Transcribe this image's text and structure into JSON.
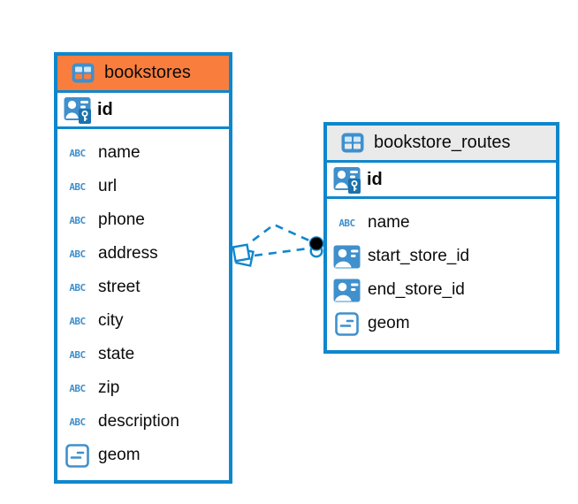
{
  "diagram": {
    "colors": {
      "accent_blue": "#0F87CC",
      "icon_blue": "#3F90CC",
      "icon_blue_dark": "#1B72AD",
      "selected_header_orange": "#F97E3E",
      "header_gray": "#EAEAEA",
      "text": "#0B0B0B",
      "background": "#FFFFFF"
    },
    "icons": {
      "text_type_glyph": "ABC"
    },
    "tables": [
      {
        "title": "bookstores",
        "selected": true,
        "columns": [
          {
            "name": "id",
            "section": "key",
            "icon": "primary-key-icon",
            "bold": true
          },
          {
            "name": "name",
            "section": "body",
            "icon": "text-type-icon"
          },
          {
            "name": "url",
            "section": "body",
            "icon": "text-type-icon"
          },
          {
            "name": "phone",
            "section": "body",
            "icon": "text-type-icon"
          },
          {
            "name": "address",
            "section": "body",
            "icon": "text-type-icon"
          },
          {
            "name": "street",
            "section": "body",
            "icon": "text-type-icon"
          },
          {
            "name": "city",
            "section": "body",
            "icon": "text-type-icon"
          },
          {
            "name": "state",
            "section": "body",
            "icon": "text-type-icon"
          },
          {
            "name": "zip",
            "section": "body",
            "icon": "text-type-icon"
          },
          {
            "name": "description",
            "section": "body",
            "icon": "text-type-icon"
          },
          {
            "name": "geom",
            "section": "body",
            "icon": "geometry-type-icon"
          }
        ]
      },
      {
        "title": "bookstore_routes",
        "selected": false,
        "columns": [
          {
            "name": "id",
            "section": "key",
            "icon": "primary-key-icon",
            "bold": true
          },
          {
            "name": "name",
            "section": "body",
            "icon": "text-type-icon"
          },
          {
            "name": "start_store_id",
            "section": "body",
            "icon": "reference-icon"
          },
          {
            "name": "end_store_id",
            "section": "body",
            "icon": "reference-icon"
          },
          {
            "name": "geom",
            "section": "body",
            "icon": "geometry-type-icon"
          }
        ]
      }
    ],
    "relationships": [
      {
        "from": "bookstores",
        "to": "bookstore_routes",
        "style": "dashed",
        "source_marker": "diamond",
        "target_marker": "filled-circle"
      },
      {
        "from": "bookstores",
        "to": "bookstore_routes",
        "style": "dashed",
        "source_marker": "diamond",
        "target_marker": "filled-circle"
      }
    ]
  }
}
